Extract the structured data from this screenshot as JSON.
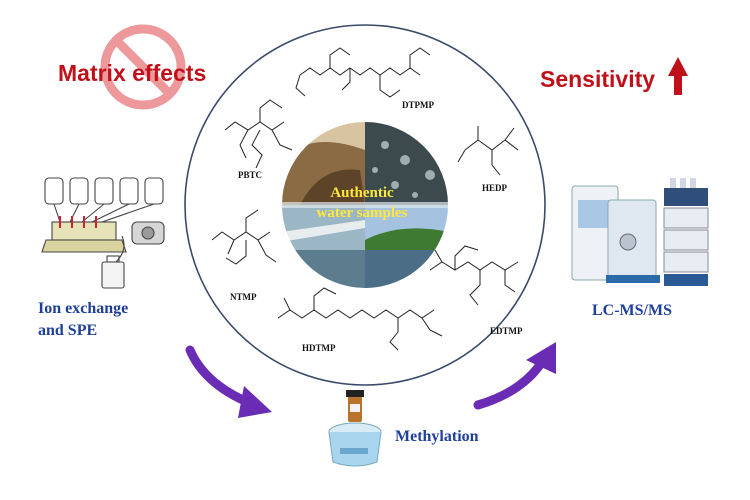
{
  "labels": {
    "matrix_effects": "Matrix effects",
    "sensitivity": "Sensitivity",
    "ion_exchange_line1": "Ion exchange",
    "ion_exchange_line2": "and SPE",
    "lcms": "LC-MS/MS",
    "methylation": "Methylation",
    "photo_line1": "Authentic",
    "photo_line2": "water samples"
  },
  "compounds": [
    "DTPMP",
    "PBTC",
    "HEDP",
    "NTMP",
    "EDTMP",
    "HDTMP"
  ],
  "colors": {
    "red": "#c0111a",
    "blue": "#1f3f9a",
    "purple": "#6a2bb5",
    "circle": "#3a4a6a",
    "label_yellow": "#ffe83a"
  },
  "icons": [
    "no-sign-icon",
    "up-arrow-icon",
    "curved-arrow-icon",
    "ion-exchange-apparatus-icon",
    "lc-ms-instrument-icon",
    "stirrer-vial-icon"
  ]
}
